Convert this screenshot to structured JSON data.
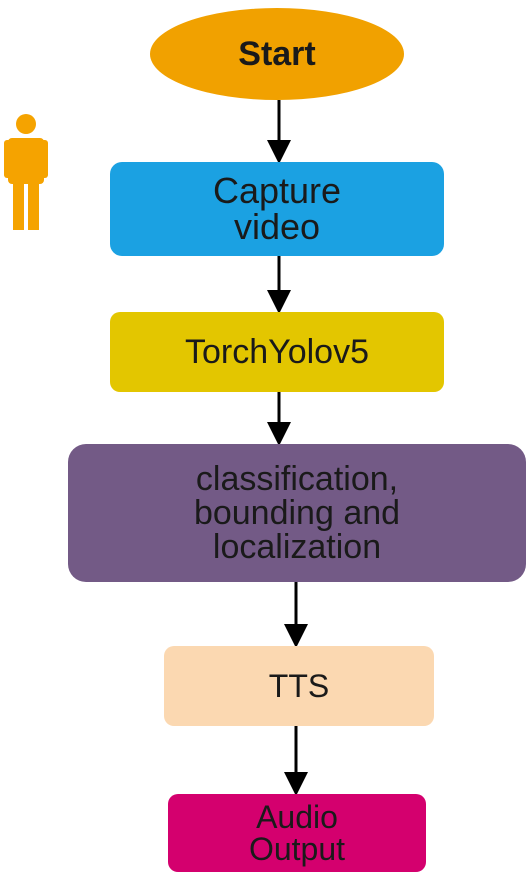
{
  "diagram": {
    "nodes": {
      "start": {
        "label": "Start",
        "color": "#f1a100"
      },
      "capture": {
        "lines": [
          "Capture",
          "video"
        ],
        "color": "#1ba1e2"
      },
      "yolo": {
        "label": "TorchYolov5",
        "color": "#e3c600"
      },
      "classification": {
        "lines": [
          "classification,",
          "bounding and",
          "localization"
        ],
        "color": "#735a86"
      },
      "tts": {
        "label": "TTS",
        "color": "#fbd8b1"
      },
      "audio": {
        "lines": [
          "Audio",
          "Output"
        ],
        "color": "#d4006e"
      }
    },
    "edges": [
      {
        "from": "start",
        "to": "capture"
      },
      {
        "from": "capture",
        "to": "yolo"
      },
      {
        "from": "yolo",
        "to": "classification"
      },
      {
        "from": "classification",
        "to": "tts"
      },
      {
        "from": "tts",
        "to": "audio"
      }
    ],
    "icons": {
      "user": "person-icon",
      "user_color": "#f5a300"
    }
  }
}
